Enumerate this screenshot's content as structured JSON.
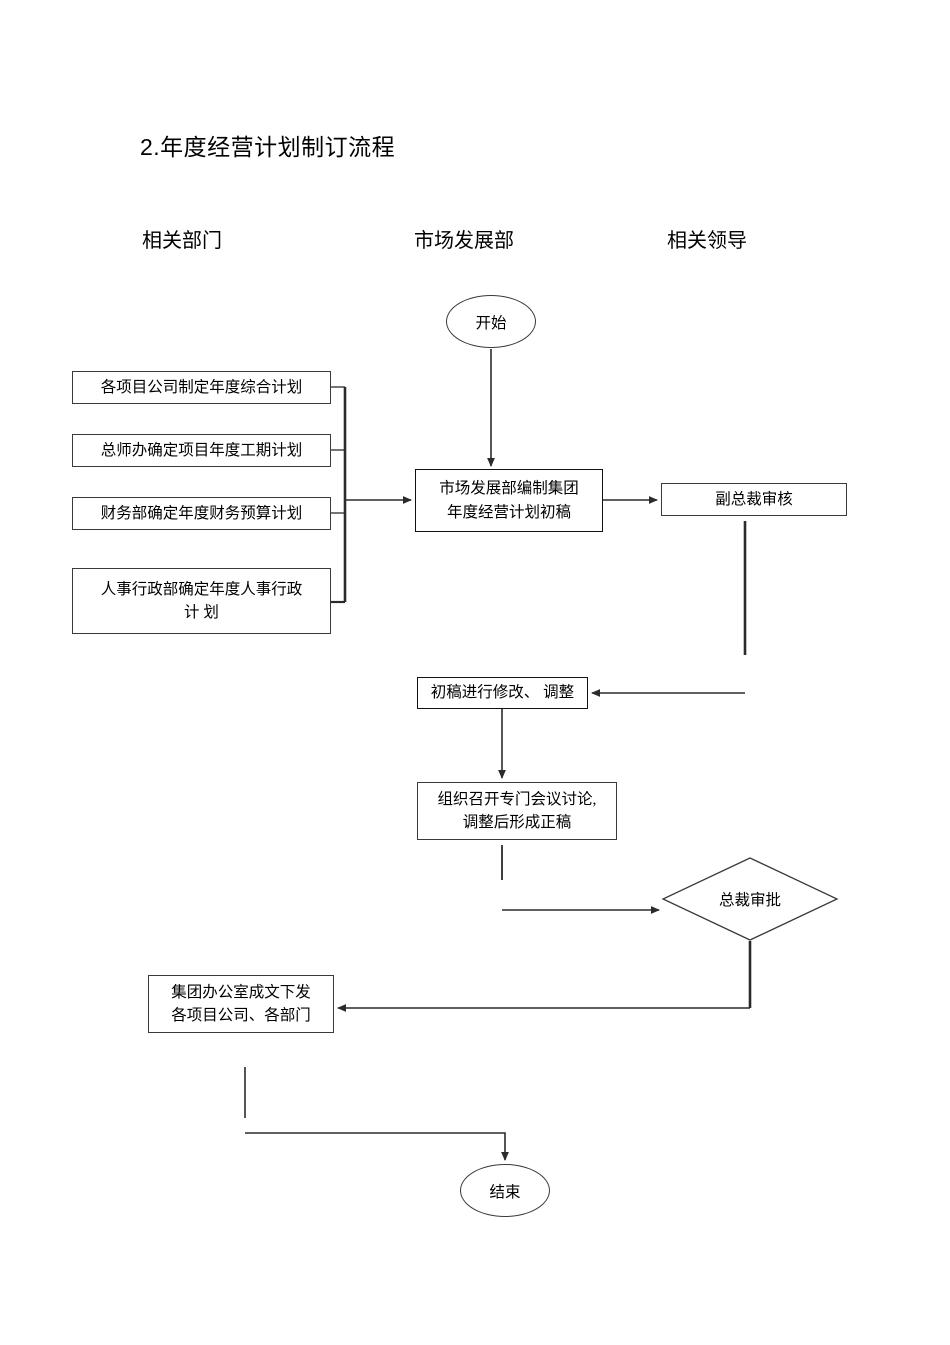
{
  "document": {
    "title": "2.年度经营计划制订流程"
  },
  "lanes": [
    {
      "id": "related-departments",
      "label": "相关部门"
    },
    {
      "id": "market-development-dept",
      "label": "市场发展部"
    },
    {
      "id": "related-leaders",
      "label": "相关领导"
    }
  ],
  "nodes": {
    "start": {
      "type": "terminator",
      "label": "开始"
    },
    "end": {
      "type": "terminator",
      "label": "结束"
    },
    "left_1": {
      "type": "process",
      "label": "各项目公司制定年度综合计划"
    },
    "left_2": {
      "type": "process",
      "label": "总师办确定项目年度工期计划"
    },
    "left_3": {
      "type": "process",
      "label": "财务部确定年度财务预算计划"
    },
    "left_4": {
      "type": "process",
      "line1": "人事行政部确定年度人事行政",
      "line2": "计 划"
    },
    "center_draft": {
      "type": "process",
      "line1": "市场发展部编制集团",
      "line2": "年度经营计划初稿"
    },
    "vp_review": {
      "type": "process",
      "label": "副总裁审核"
    },
    "revise_draft": {
      "type": "process",
      "label": "初稿进行修改、 调整"
    },
    "meeting": {
      "type": "process",
      "line1": "组织召开专门会议讨论,",
      "line2": "调整后形成正稿"
    },
    "ceo_approval": {
      "type": "decision",
      "label": "总裁审批"
    },
    "issue_doc": {
      "type": "process",
      "line1": "集团办公室成文下发",
      "line2": "各项目公司、各部门"
    }
  },
  "colors": {
    "background": "#ffffff",
    "stroke": "#3a3a3a",
    "stroke_bold": "#111111",
    "text": "#000000"
  }
}
